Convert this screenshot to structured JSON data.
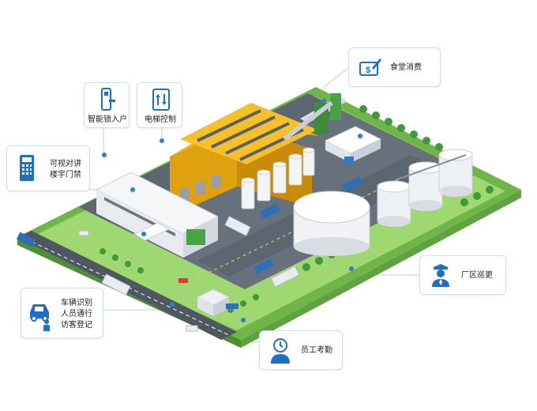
{
  "callouts": {
    "canteen": {
      "label": "食堂消费",
      "icon": "canteen-payment-icon"
    },
    "smart_lock": {
      "label": "智能锁入户",
      "icon": "smart-lock-icon"
    },
    "elevator": {
      "label": "电梯控制",
      "icon": "elevator-icon"
    },
    "intercom": {
      "lines": [
        "可视对讲",
        "楼宇门禁"
      ],
      "icon": "intercom-panel-icon"
    },
    "patrol": {
      "label": "厂区巡更",
      "icon": "security-guard-icon"
    },
    "vehicle": {
      "lines": [
        "车辆识别",
        "人员通行",
        "访客登记"
      ],
      "icon": "vehicle-person-icon"
    },
    "attendance": {
      "label": "员工考勤",
      "icon": "clock-person-icon"
    }
  },
  "colors": {
    "accent": "#2a7fd4",
    "icon_blue": "#1f6fc5",
    "roof_yellow": "#f3b51c",
    "grass": "#8fcf5e",
    "asphalt": "#5c6670",
    "wall": "#eef1f4"
  }
}
